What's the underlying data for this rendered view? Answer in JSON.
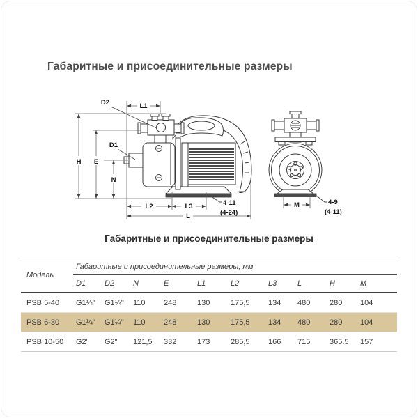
{
  "page": {
    "title": "Габаритные и присоединительные размеры"
  },
  "diagram": {
    "caption": "Габаритные и присоединительные размеры",
    "labels": {
      "D2": "D2",
      "L1": "L1",
      "D1": "D1",
      "H": "H",
      "E": "E",
      "N": "N",
      "L2": "L2",
      "L3": "L3",
      "L": "L",
      "M": "M",
      "side_holes": "4-11",
      "side_holes_note": "(4-24)",
      "front_holes": "4-9",
      "front_holes_note": "(4-11)"
    }
  },
  "table": {
    "model_header": "Модель",
    "group_header": "Габаритные и присоединительные размеры, мм",
    "columns": [
      "D1",
      "D2",
      "N",
      "E",
      "L1",
      "L2",
      "L3",
      "L",
      "H",
      "M"
    ],
    "rows": [
      {
        "model": "PSB 5-40",
        "values": [
          "G1¼\"",
          "G1¼\"",
          "110",
          "248",
          "130",
          "175,5",
          "134",
          "480",
          "280",
          "104"
        ],
        "highlight": false
      },
      {
        "model": "PSB 6-30",
        "values": [
          "G1¼\"",
          "G1¼\"",
          "110",
          "248",
          "130",
          "175,5",
          "134",
          "480",
          "280",
          "104"
        ],
        "highlight": true
      },
      {
        "model": "PSB 10-50",
        "values": [
          "G2\"",
          "G2\"",
          "121,5",
          "332",
          "173",
          "285,5",
          "166",
          "715",
          "365.5",
          "157"
        ],
        "highlight": false
      }
    ],
    "highlight_color": "#d9c79b"
  }
}
